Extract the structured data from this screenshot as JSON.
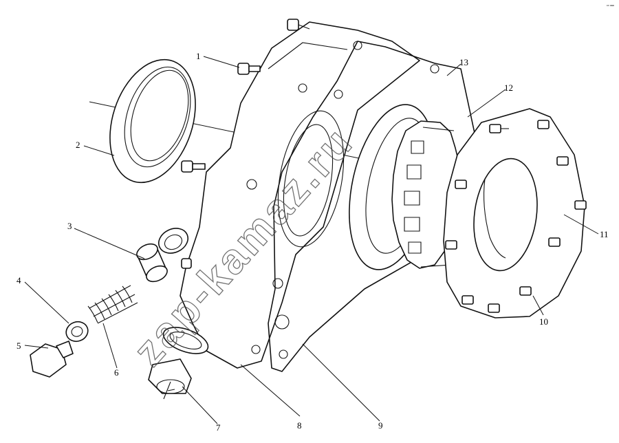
{
  "corner_mark": "ᶜᵒ ᵃᵃᵃ",
  "watermark": "zap-kamaz.ru",
  "callouts": [
    {
      "id": "1",
      "text": "1"
    },
    {
      "id": "2",
      "text": "2"
    },
    {
      "id": "3",
      "text": "3"
    },
    {
      "id": "4",
      "text": "4"
    },
    {
      "id": "5",
      "text": "5"
    },
    {
      "id": "6",
      "text": "6"
    },
    {
      "id": "7",
      "text": "7"
    },
    {
      "id": "8",
      "text": "8"
    },
    {
      "id": "9",
      "text": "9"
    },
    {
      "id": "10",
      "text": "10"
    },
    {
      "id": "11",
      "text": "11"
    },
    {
      "id": "12",
      "text": "12"
    },
    {
      "id": "13",
      "text": "13"
    }
  ]
}
